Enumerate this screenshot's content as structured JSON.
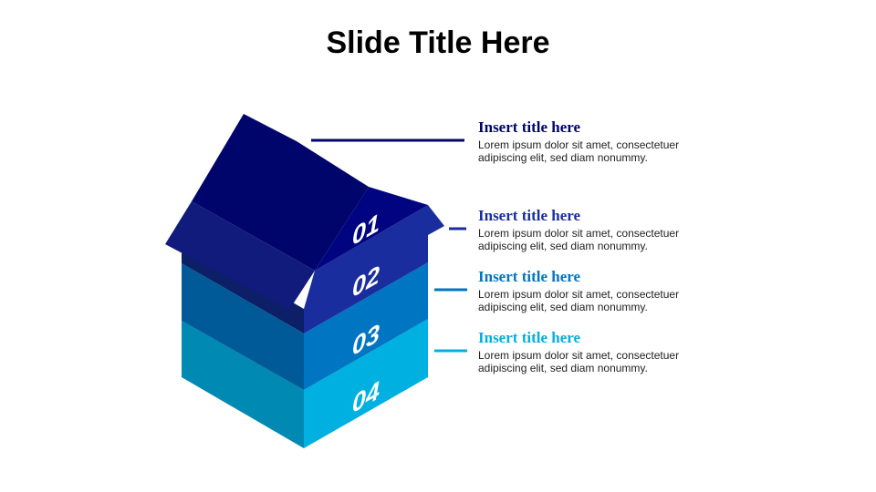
{
  "title": "Slide Title Here",
  "layers": [
    {
      "label": "01",
      "color": "#00056B"
    },
    {
      "label": "02",
      "color": "#1A2D9E"
    },
    {
      "label": "03",
      "color": "#0075C2"
    },
    {
      "label": "04",
      "color": "#00B0E0"
    }
  ],
  "items": [
    {
      "title": "Insert title here",
      "desc_line1": "Lorem ipsum dolor sit amet, consectetuer",
      "desc_line2": "adipiscing  elit, sed diam nonummy.",
      "color": "#00056B"
    },
    {
      "title": "Insert title here",
      "desc_line1": "Lorem ipsum dolor sit amet, consectetuer",
      "desc_line2": "adipiscing  elit, sed diam nonummy.",
      "color": "#1A2D9E"
    },
    {
      "title": "Insert title here",
      "desc_line1": "Lorem ipsum dolor sit amet, consectetuer",
      "desc_line2": "adipiscing  elit, sed diam nonummy.",
      "color": "#0075C2"
    },
    {
      "title": "Insert title here",
      "desc_line1": "Lorem ipsum dolor sit amet, consectetuer",
      "desc_line2": "adipiscing  elit, sed diam nonummy.",
      "color": "#00B0E0"
    }
  ]
}
